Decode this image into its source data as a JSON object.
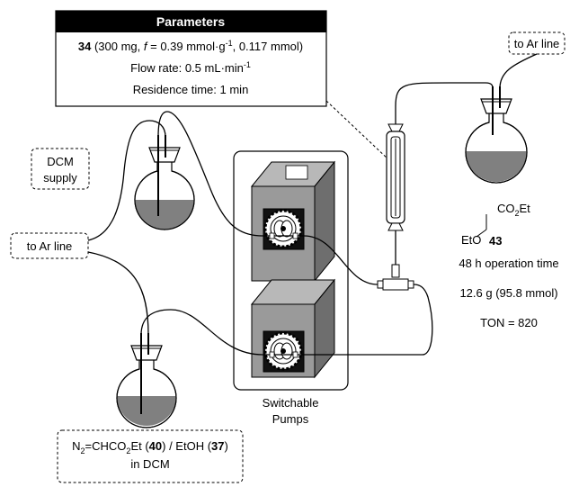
{
  "parameters": {
    "title": "Parameters",
    "line1": {
      "bold": "34",
      "pre": " (300 mg, ",
      "italic": "f",
      "mid": " = 0.39 mmol·g",
      "sup1": "-1",
      "post": ", 0.117 mmol)"
    },
    "line2": {
      "text": "Flow rate: 0.5 mL·min",
      "sup": "-1"
    },
    "line3": "Residence time: 1 min"
  },
  "labels": {
    "to_ar_line_right": "to Ar line",
    "to_ar_line_left": "to Ar line",
    "dcm_supply_1": "DCM",
    "dcm_supply_2": "supply",
    "pumps_1": "Switchable",
    "pumps_2": "Pumps"
  },
  "feed": {
    "n2": "N",
    "n2_sub": "2",
    "chco": "=CHCO",
    "chco_sub": "2",
    "et": "Et (",
    "n40": "40",
    "mid": ") / EtOH (",
    "n37": "37",
    "close": ")",
    "line2": "in DCM"
  },
  "product": {
    "co": "CO",
    "co_sub": "2",
    "co_et": "Et",
    "eto": "EtO",
    "number": "43",
    "stat1": "48 h operation time",
    "stat2": "12.6 g (95.8 mmol)",
    "stat3": "TON = 820"
  },
  "colors": {
    "liquid": "#808080",
    "pump_face": "#9a9a9a",
    "pump_side": "#6e6e6e",
    "pump_top": "#b8b8b8"
  }
}
